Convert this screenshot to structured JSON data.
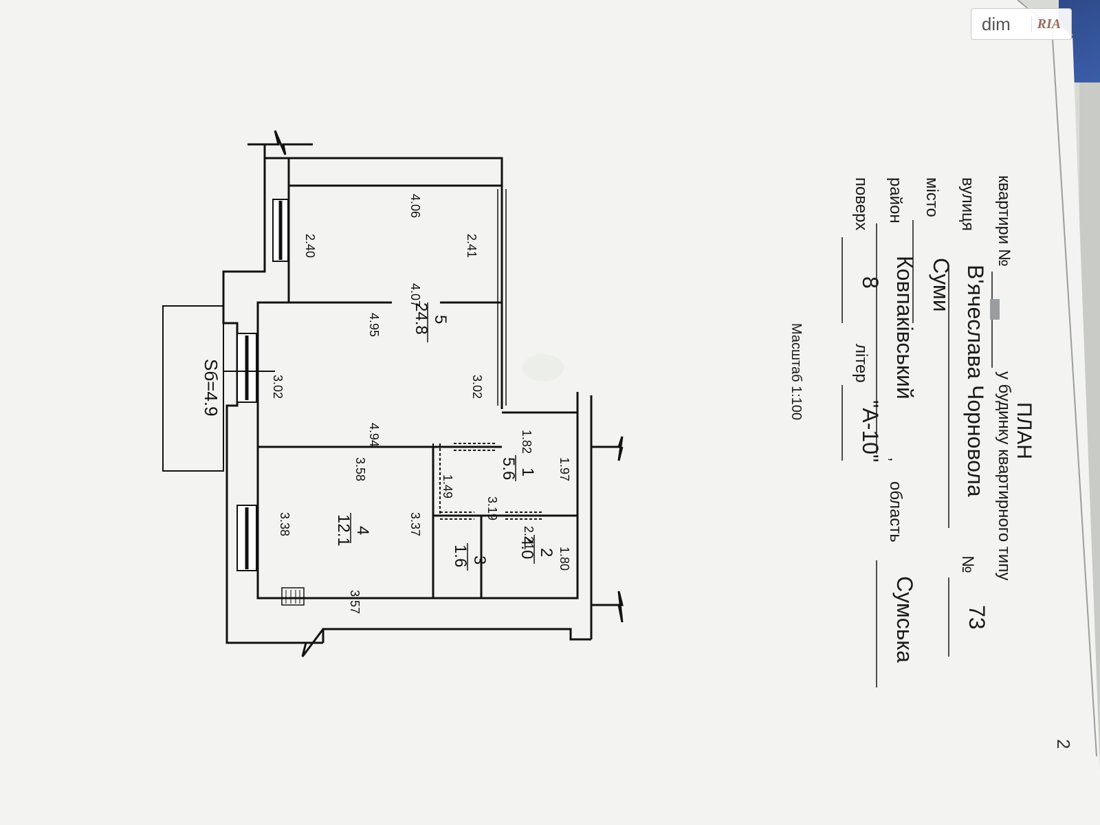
{
  "header": {
    "title": "ПЛАН",
    "line1_prefix": "квартири №",
    "line1_suffix": "у будинку квартирного типу",
    "street_label": "вулиця",
    "street_value": "В'ячеслава Чорновола",
    "number_label": "№",
    "number_value": "73",
    "city_label": "місто",
    "city_value": "Суми",
    "district_label": "район",
    "district_value": "Ковпаківський",
    "comma": ",",
    "region_label": "область",
    "region_value": "Сумська",
    "floor_label": "поверх",
    "floor_value": "8",
    "letter_label": "літер",
    "letter_value": "\"А-10\"",
    "scale": "Масштаб 1:100",
    "page_number": "2"
  },
  "rooms": [
    {
      "number": "5",
      "area": "24.8"
    },
    {
      "number": "1",
      "area": "5.6"
    },
    {
      "number": "4",
      "area": "12.1"
    },
    {
      "number": "3",
      "area": "1.6"
    },
    {
      "number": "2",
      "area": "4.0"
    }
  ],
  "balcony": "Sб=4.9",
  "dimensions": {
    "room5_top_width": "4.06",
    "room5_top_left": "2.40",
    "room5_top_right": "2.41",
    "room5_mid_width": "4.07",
    "room5_lower_width": "4.95",
    "room5_lower_left": "3.02",
    "room5_lower_right": "3.02",
    "room5_bottom_width": "4.94",
    "room1_width": "1.82",
    "room1_right": "1.97",
    "room1_left": "1.49",
    "room1_bottom": "3.19",
    "room4_top": "3.58",
    "room4_left": "3.38",
    "room4_right": "3.37",
    "room4_bottom": "3.57",
    "room2_top": "2.21",
    "room2_right": "1.80"
  },
  "watermark": {
    "part1": "dim",
    "part2": "RIA"
  }
}
